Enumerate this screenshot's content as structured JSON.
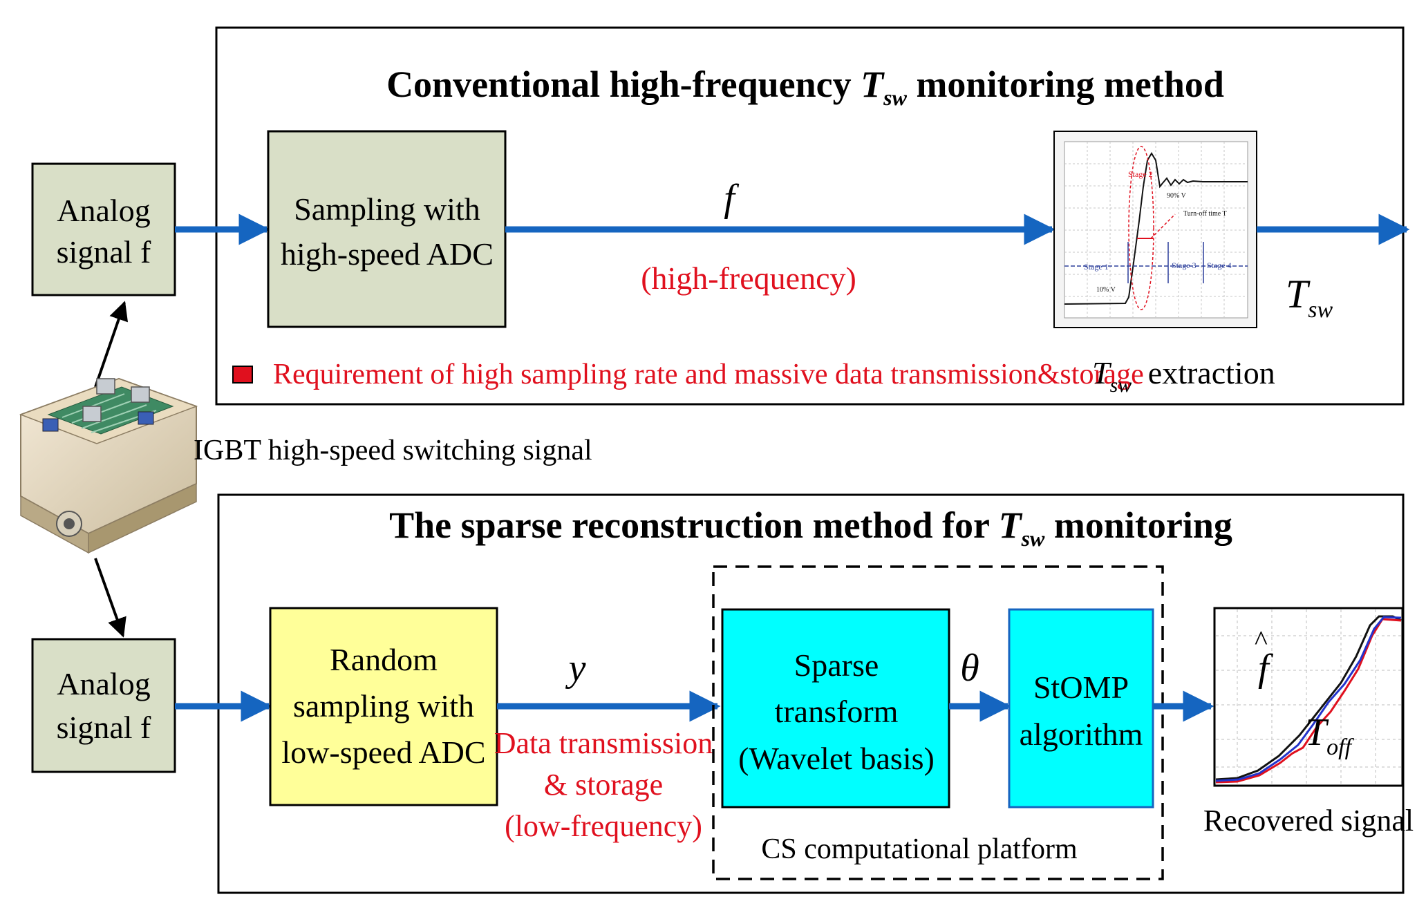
{
  "colors": {
    "arrow": "#1565C0",
    "red_text": "#E0101E",
    "green_box": "#D9DFC7",
    "yellow_box": "#FFFF99",
    "cyan_box": "#00FFFF",
    "cyan_box_border": "#1565C0"
  },
  "top_panel": {
    "title_main": "Conventional  high-frequency ",
    "title_T": "T",
    "title_sub": "sw",
    "title_tail": " monitoring method",
    "adc_box": [
      "Sampling with",
      "high-speed ADC"
    ],
    "arrow_label": "f",
    "arrow_note": "(high-frequency)",
    "requirement_note": "Requirement of high sampling rate and massive data transmission&storage",
    "extraction_T": "T",
    "extraction_sub": "sw",
    "extraction_word": "extraction",
    "output_T": "T",
    "output_sub": "sw"
  },
  "waveform": {
    "stage_2": "Stage 2",
    "stage_1": "Stage 1",
    "stage_3": "Stage 3",
    "stage_4": "Stage 4",
    "ninety": "90% V",
    "ten": "10% V",
    "turnoff": "Turn-off time T"
  },
  "left": {
    "analog_top": [
      "Analog",
      "signal f"
    ],
    "analog_bottom": [
      "Analog",
      "signal f"
    ],
    "igbt_label": "IGBT high-speed switching signal"
  },
  "bottom_panel": {
    "title_main": "The sparse reconstruction method for ",
    "title_T": "T",
    "title_sub": "sw",
    "title_tail": " monitoring",
    "random_box": [
      "Random",
      "sampling with",
      "low-speed ADC"
    ],
    "y_label": "y",
    "data_note": [
      "Data transmission",
      "& storage",
      "(low-frequency)"
    ],
    "sparse_box": [
      "Sparse",
      "transform",
      "(Wavelet basis)"
    ],
    "theta": "θ",
    "stomp_box": [
      "StOMP",
      "algorithm"
    ],
    "platform_label": "CS computational platform",
    "f_hat": "f",
    "hat": "^",
    "t_off_T": "T",
    "t_off_sub": "off",
    "recovered_label": "Recovered signal"
  }
}
